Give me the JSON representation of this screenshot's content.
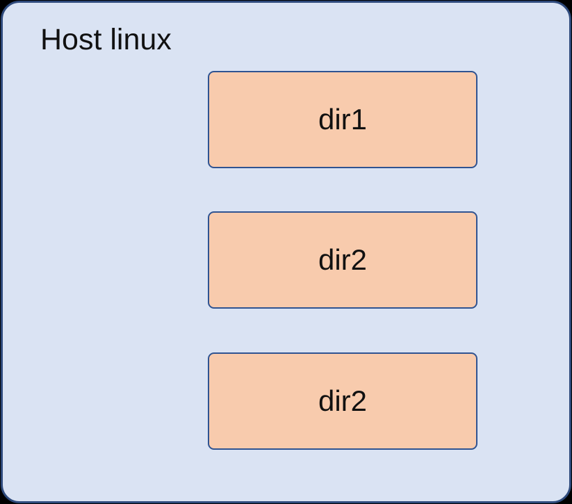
{
  "diagram": {
    "container": {
      "label": "Host linux",
      "fill_color": "#DAE3F3",
      "border_color": "#2E4A7C"
    },
    "boxes": [
      {
        "label": "dir1"
      },
      {
        "label": "dir2"
      },
      {
        "label": "dir2"
      }
    ],
    "box_style": {
      "fill_color": "#F8CBAD",
      "border_color": "#2F5391",
      "text_color": "#111111"
    },
    "page_background": "#000000"
  }
}
